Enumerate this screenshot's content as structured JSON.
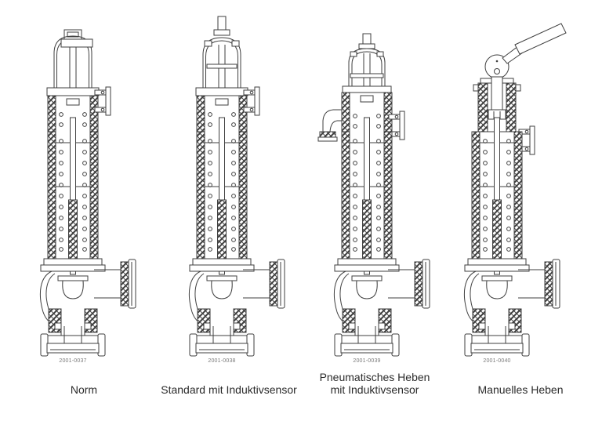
{
  "document": {
    "type": "technical-figure-sheet",
    "background_color": "#ffffff",
    "line_color": "#3f3f3f",
    "caption_color": "#7a7a7a",
    "label_color": "#2b2b2b"
  },
  "figures": [
    {
      "id": "norm",
      "caption": "2001-0037",
      "label_lines": [
        "Norm"
      ],
      "drawing": "safety-valve-cross-section-standard-cap"
    },
    {
      "id": "standard-induktivsensor",
      "caption": "2001-0038",
      "label_lines": [
        "Standard mit Induktivsensor"
      ],
      "drawing": "safety-valve-cross-section-inductive-sensor"
    },
    {
      "id": "pneumatisches-heben-induktivsensor",
      "caption": "2001-0039",
      "label_lines": [
        "Pneumatisches Heben",
        "mit Induktivsensor"
      ],
      "drawing": "safety-valve-cross-section-pneumatic-lift"
    },
    {
      "id": "manuelles-heben",
      "caption": "2001-0040",
      "label_lines": [
        "Manuelles Heben"
      ],
      "drawing": "safety-valve-cross-section-manual-lift-lever"
    }
  ]
}
